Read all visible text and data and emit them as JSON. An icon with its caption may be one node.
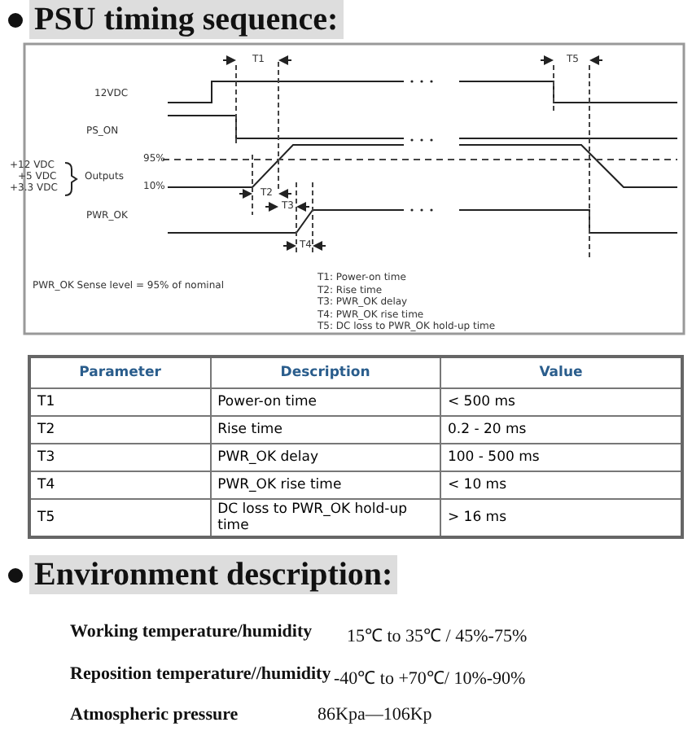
{
  "diagram": {
    "title": "PSU timing sequence:",
    "labels": [
      "T1",
      "T5",
      "12VDC",
      "PS_ON",
      "+12 VDC",
      "+5 VDC",
      "+3.3 VDC",
      "Outputs",
      "95%",
      "10%",
      "T2",
      "T3",
      "PWR_OK",
      "T4",
      "PWR_OK Sense level = 95% of nominal",
      "T1: Power-on time",
      "T2: Rise time",
      "T3: PWR_OK delay",
      "T4: PWR_OK rise time",
      "T5: DC loss to PWR_OK hold-up time",
      "Parameter",
      "Description",
      "Value",
      "T1",
      "Power-on time",
      "< 500 ms",
      "T2",
      "Rise time",
      "0.2 - 20 ms",
      "T3",
      "PWR_OK delay",
      "100 - 500 ms",
      "T4",
      "PWR_OK rise time",
      "< 10 ms",
      "T5",
      "DC loss to PWR_OK hold-up time",
      "> 16 ms",
      "Environment description:",
      "Working temperature/humidity",
      "15℃ to 35℃ / 45%-75%",
      "Reposition temperature//humidity",
      "-40℃ to +70℃/ 10%-90%",
      "Atmospheric pressure",
      "86Kpa—106Kp"
    ]
  }
}
